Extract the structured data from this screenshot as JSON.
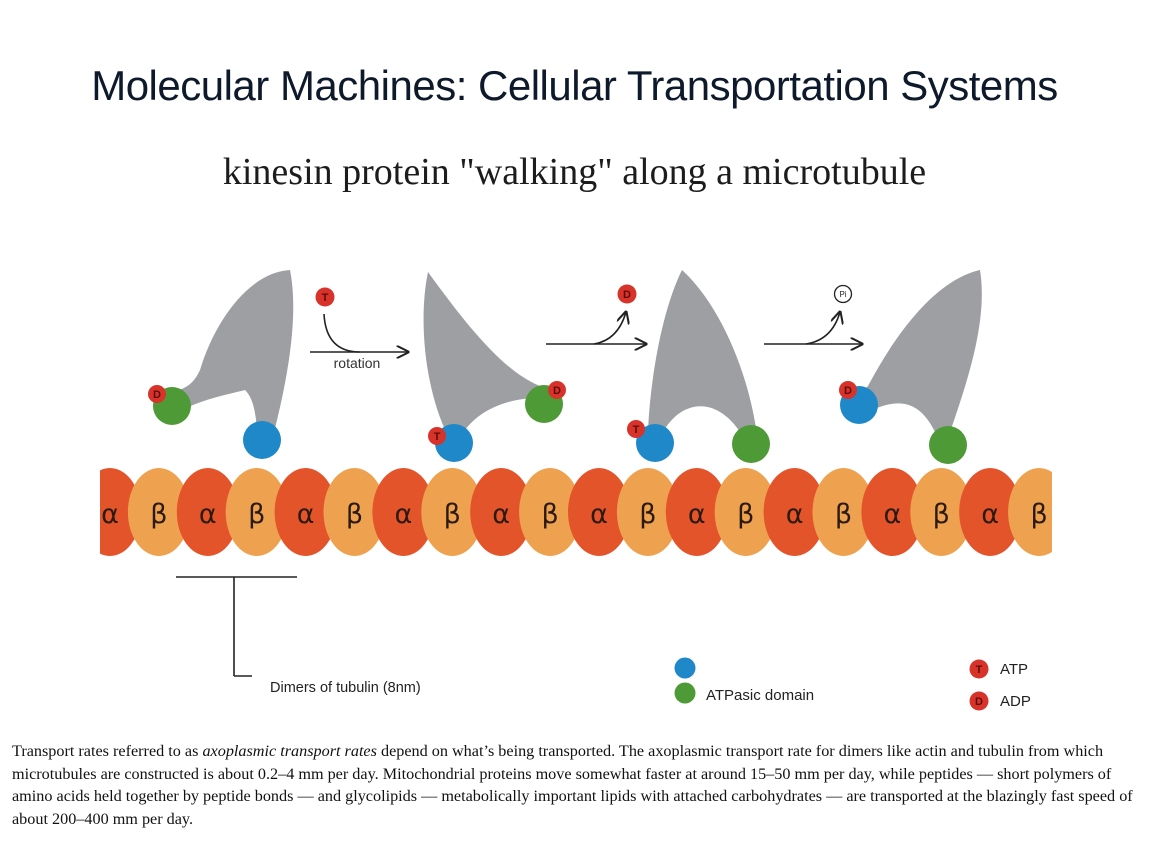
{
  "slide": {
    "title": "Molecular Machines: Cellular Transportation Systems",
    "subtitle": "kinesin protein \"walking\" along a microtubule"
  },
  "diagram": {
    "step1_label": "rotation",
    "atp_marker": "T",
    "adp_marker": "D",
    "pi_marker": "Pi",
    "tubulin_alpha": "α",
    "tubulin_beta": "β",
    "scale_label": "Dimers of tubulin (8nm)",
    "legend": {
      "domain_label": "ATPasic domain",
      "atp_label": "ATP",
      "adp_label": "ADP"
    },
    "colors": {
      "alpha": "#e4542b",
      "beta": "#eea24f",
      "motor_body": "#9d9fa2",
      "head_blue": "#1f88c9",
      "head_green": "#4e9a37",
      "nucleotide": "#d7332a"
    }
  },
  "caption": {
    "part1": "Transport rates referred to as ",
    "emphasis": "axoplasmic transport rates",
    "part2": " depend on what’s being transported. The axoplasmic transport rate for dimers like actin and tubulin from which microtubules are constructed is about 0.2–4 mm per day. Mitochondrial proteins move somewhat faster at around 15–50 mm per day, while peptides — short polymers of amino acids held together by peptide bonds — and glycolipids — metabolically important lipids with attached carbohydrates — are transported at the blazingly fast speed of about 200–400 mm per day."
  }
}
